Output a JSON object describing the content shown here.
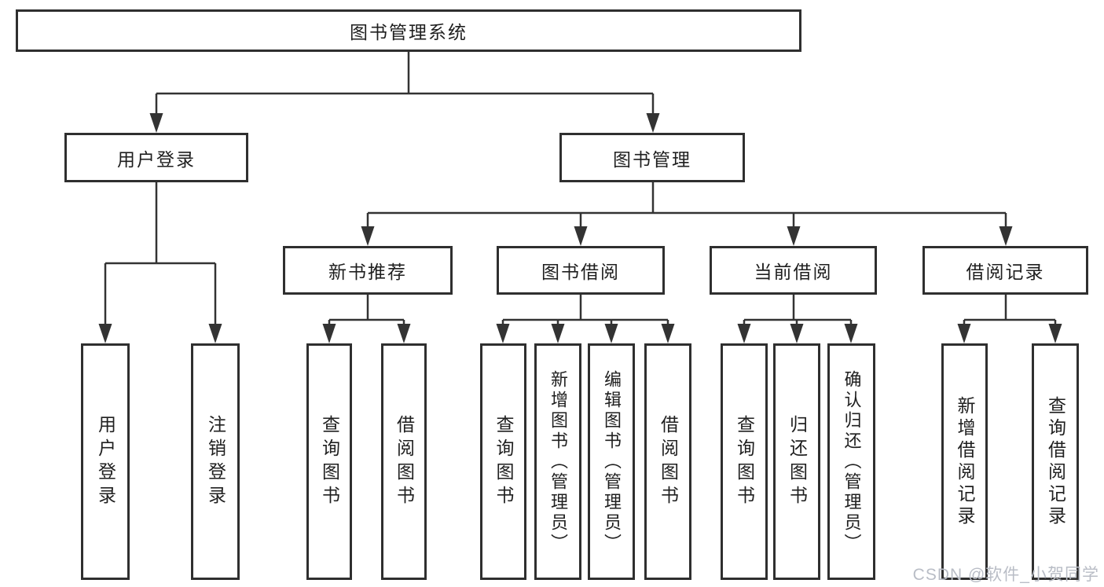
{
  "diagram": {
    "root": {
      "label": "图书管理系统"
    },
    "level2": {
      "user_login": {
        "label": "用户登录"
      },
      "book_management": {
        "label": "图书管理"
      }
    },
    "level3": {
      "new_book_recommend": {
        "label": "新书推荐"
      },
      "book_borrowing": {
        "label": "图书借阅"
      },
      "current_borrowing": {
        "label": "当前借阅"
      },
      "borrowing_records": {
        "label": "借阅记录"
      }
    },
    "leaves": {
      "user_login_children": [
        "用户登录",
        "注销登录"
      ],
      "new_book_recommend_children": [
        "查询图书",
        "借阅图书"
      ],
      "book_borrowing_children": [
        "查询图书",
        "新增图书（管理员）",
        "编辑图书（管理员）",
        "借阅图书"
      ],
      "current_borrowing_children": [
        "查询图书",
        "归还图书",
        "确认归还（管理员）"
      ],
      "borrowing_records_children": [
        "新增借阅记录",
        "查询借阅记录"
      ]
    }
  },
  "watermark": {
    "text": "CSDN @软件_小贺同学"
  },
  "colors": {
    "line": "#333333",
    "box_border": "#2f2f2f",
    "text": "#1f1f1f",
    "background": "#ffffff",
    "watermark": "#b9bdc6"
  }
}
